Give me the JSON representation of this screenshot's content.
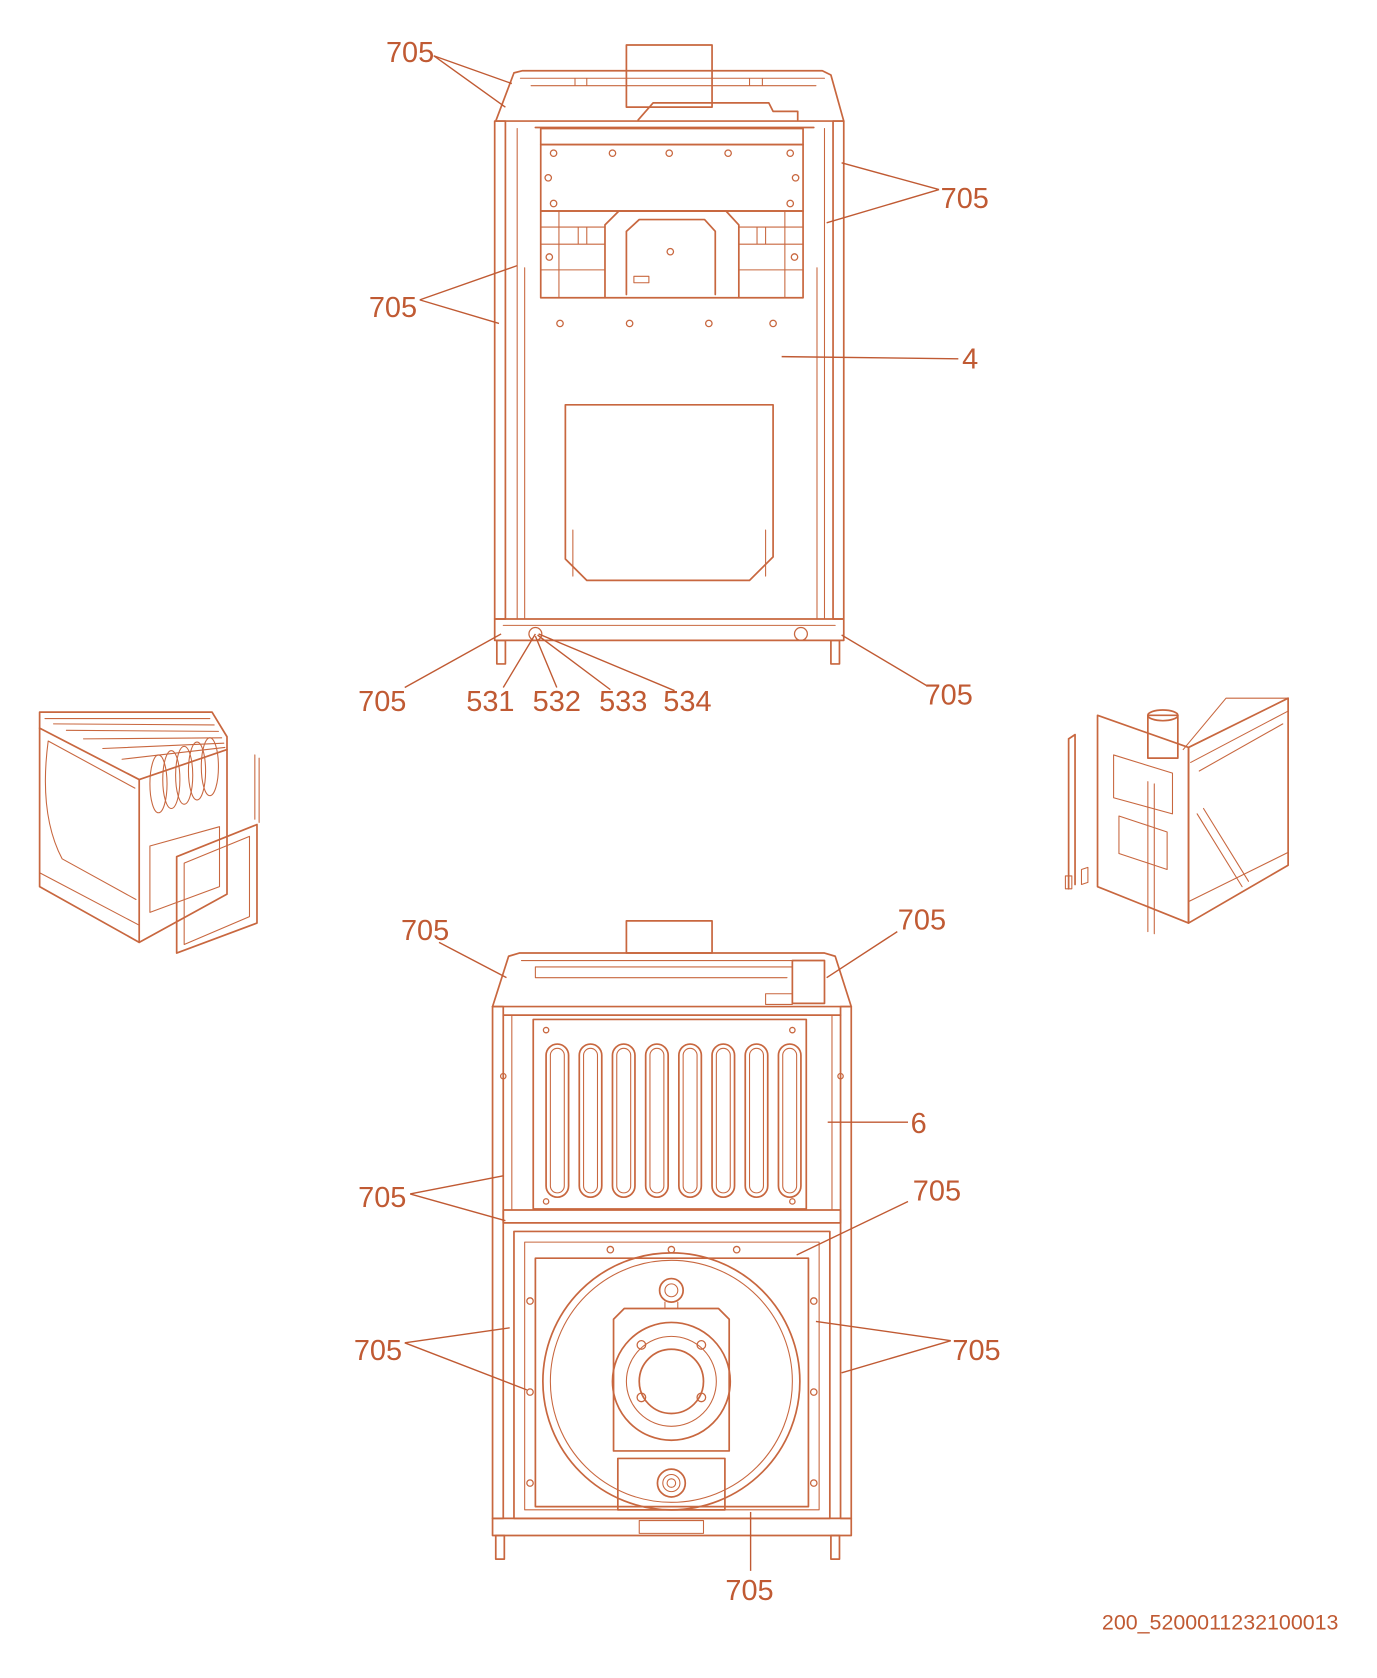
{
  "top_view": {
    "callouts": [
      "705",
      "705",
      "705",
      "4",
      "705",
      "531",
      "532",
      "533",
      "534",
      "705"
    ]
  },
  "bottom_view": {
    "callouts": [
      "705",
      "705",
      "6",
      "705",
      "705",
      "705",
      "705",
      "705"
    ]
  },
  "document_code": "200_5200011232100013",
  "colors": {
    "line": "#c8673f",
    "text": "#c05a33",
    "background": "#ffffff"
  }
}
